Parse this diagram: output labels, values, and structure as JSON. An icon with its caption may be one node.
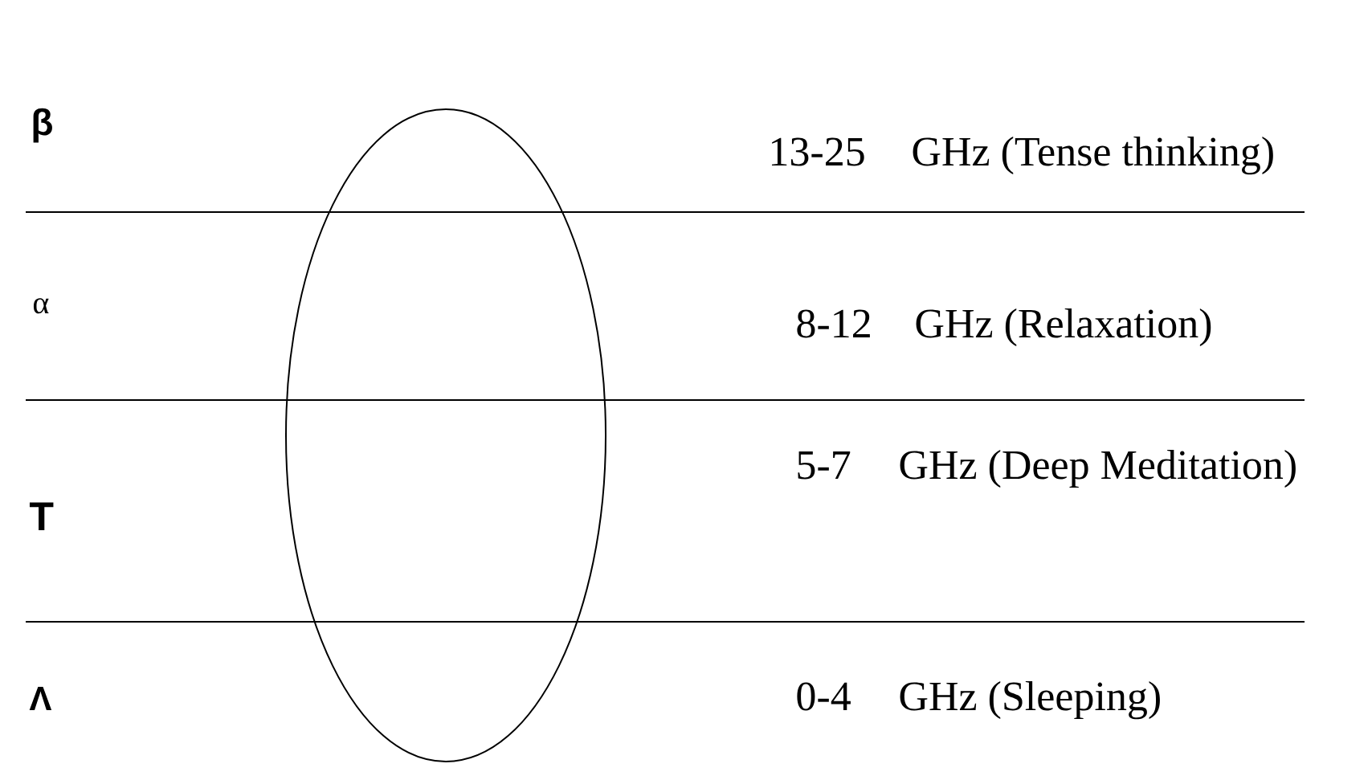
{
  "diagram": {
    "nodes": [
      {
        "text": [],
        "shape": "ellipse"
      }
    ],
    "labels": [
      "β",
      "13-25",
      "GHz (Tense thinking)",
      "α",
      "8-12",
      "GHz (Relaxation)",
      "5-7",
      "GHz (Deep Meditation)",
      "T",
      "Λ",
      "0-4",
      "GHz (Sleeping)"
    ]
  }
}
